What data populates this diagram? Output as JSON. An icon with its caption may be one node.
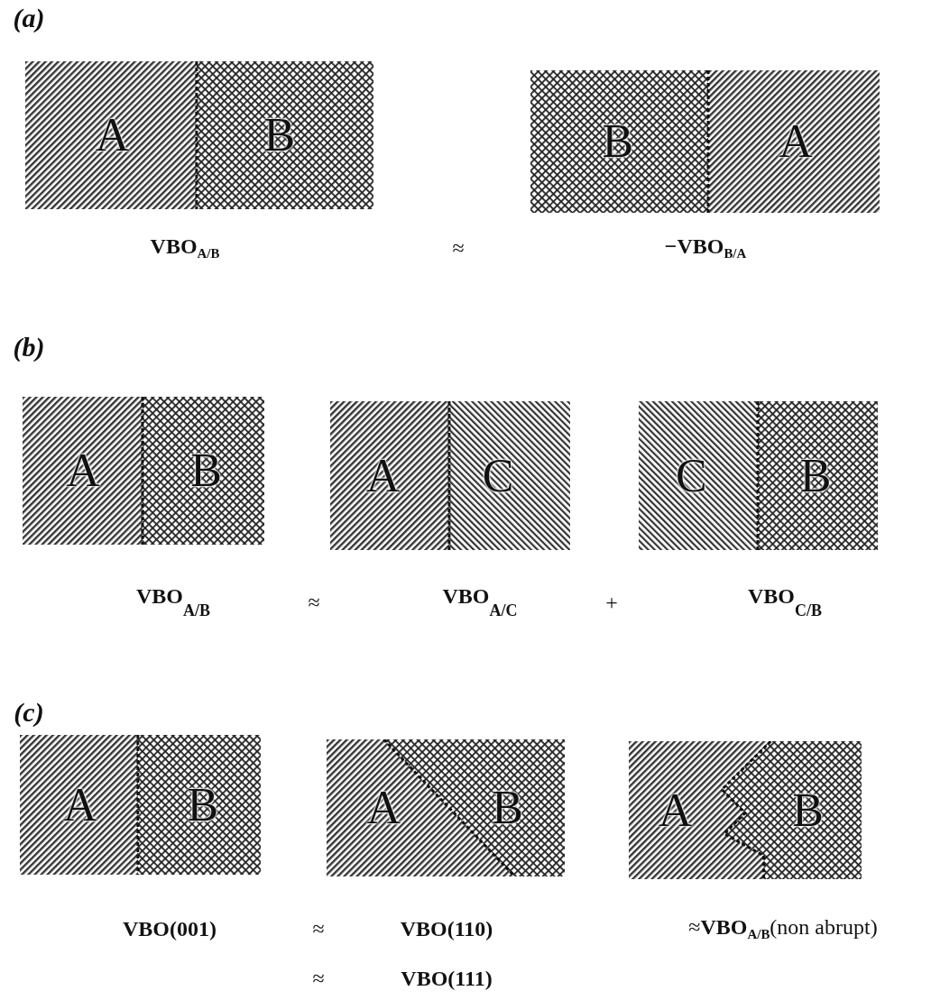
{
  "diagram": {
    "nodes": [
      {
        "text": [
          "A",
          "B"
        ],
        "beside": [
          "VBO$_{A/B}$"
        ]
      },
      {
        "text": [
          "B",
          "A"
        ],
        "beside": [
          "−VBO$_{B/A}$"
        ]
      },
      {
        "text": [
          "A",
          "B"
        ],
        "beside": [
          "VBO$_{A/B}$"
        ]
      },
      {
        "text": [
          "A",
          "C"
        ],
        "beside": [
          "VBO$_{A/C}$"
        ]
      },
      {
        "text": [
          "C",
          "B"
        ],
        "beside": [
          "VBO$_{C/B}$"
        ]
      },
      {
        "text": [
          "A",
          "B"
        ],
        "beside": [
          "VBO(001)"
        ]
      },
      {
        "text": [
          "A",
          "B"
        ],
        "beside": [
          "VBO(110)"
        ]
      },
      {
        "text": [
          "A",
          "B"
        ],
        "beside": [
          "≈**VBO**$_{A/B}$(non abrupt)"
        ]
      }
    ],
    "labels": [
      "(a)",
      "≈",
      "(b)",
      "≈",
      "+",
      "(c)",
      "≈",
      "≈",
      "VBO(111)"
    ]
  }
}
